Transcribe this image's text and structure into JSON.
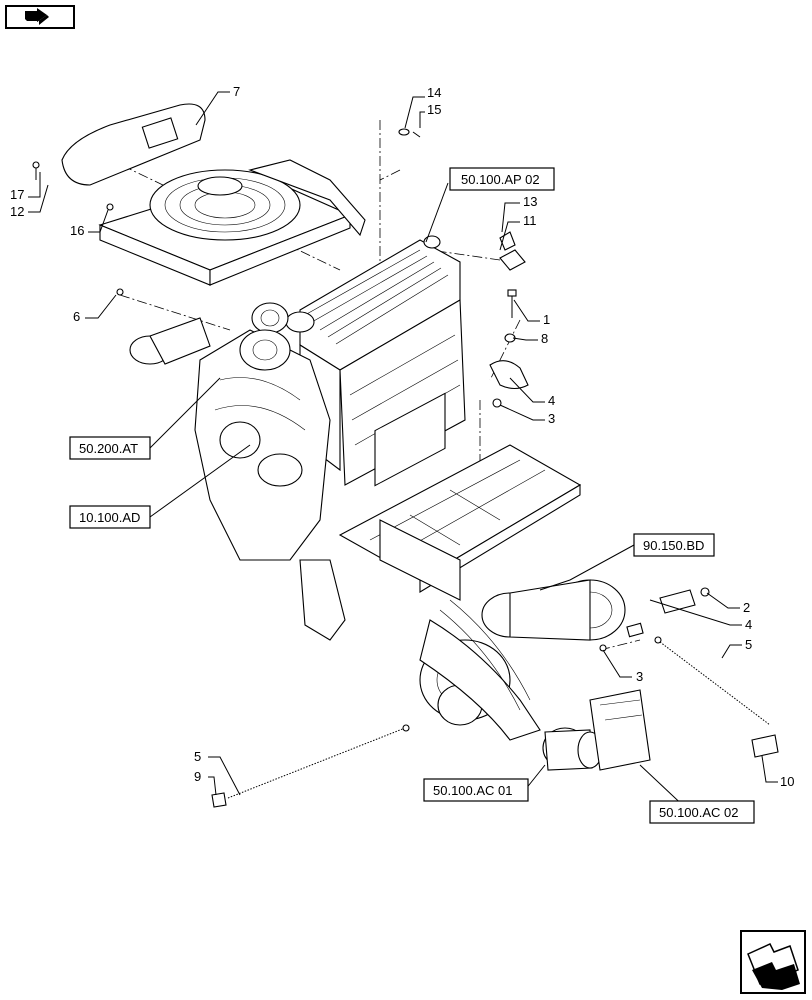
{
  "navigation": {
    "prev_icon": "back-arrow-icon",
    "next_icon": "forward-arrow-icon"
  },
  "callouts": {
    "c1": "1",
    "c2": "2",
    "c3a": "3",
    "c3b": "3",
    "c4a": "4",
    "c4b": "4",
    "c5a": "5",
    "c5b": "5",
    "c6": "6",
    "c7": "7",
    "c8": "8",
    "c9": "9",
    "c10": "10",
    "c11": "11",
    "c12": "12",
    "c13": "13",
    "c14": "14",
    "c15": "15",
    "c16": "16",
    "c17": "17"
  },
  "references": {
    "ap02": "50.100.AP 02",
    "at": "50.200.AT",
    "ad": "10.100.AD",
    "bd": "90.150.BD",
    "ac01": "50.100.AC 01",
    "ac02": "50.100.AC 02"
  }
}
